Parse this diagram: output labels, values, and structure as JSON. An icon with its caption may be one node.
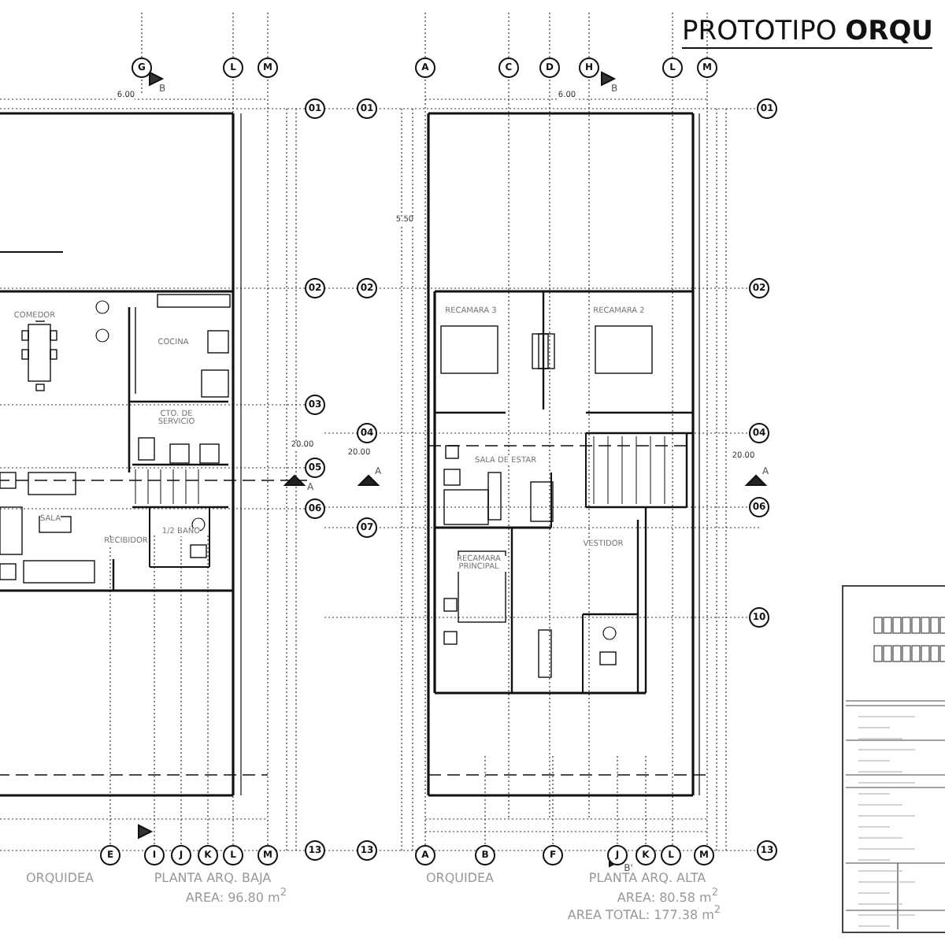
{
  "diagram": {
    "title": "PROTOTIPO **ORQU**",
    "labels": [
      "G",
      "B",
      "L",
      "M",
      "A",
      "C",
      "D",
      "H",
      "B",
      "L",
      "M",
      "6.00",
      "6.00",
      "01",
      "01",
      "01",
      "5.50",
      "02",
      "02",
      "02",
      "COMEDOR",
      "COCINA",
      "RECAMARA 3",
      "RECAMARA 2",
      "CTO. DE SERVICIO",
      "03",
      "04",
      "04",
      "20.00",
      "20.00",
      "20.00",
      "05",
      "A",
      "A",
      "A",
      "SALA DE ESTAR",
      "06",
      "06",
      "07",
      "SALA",
      "RECIBIDOR",
      "1/2 BAÑO",
      "VESTIDOR",
      "RECAMARA PRINCIPAL",
      "10",
      "13",
      "13",
      "13",
      "E",
      "I",
      "J",
      "K",
      "L",
      "M",
      "A",
      "B",
      "F",
      "J",
      "K",
      "L",
      "M",
      "B'",
      "ORQUIDEA",
      "PLANTA ARQ. BAJA",
      "AREA: 96.80 m$^{2}$",
      "ORQUIDEA",
      "PLANTA ARQ. ALTA",
      "AREA: 80.58 m$^{2}$",
      "AREA TOTAL: 177.38 m$^{2}$"
    ]
  }
}
